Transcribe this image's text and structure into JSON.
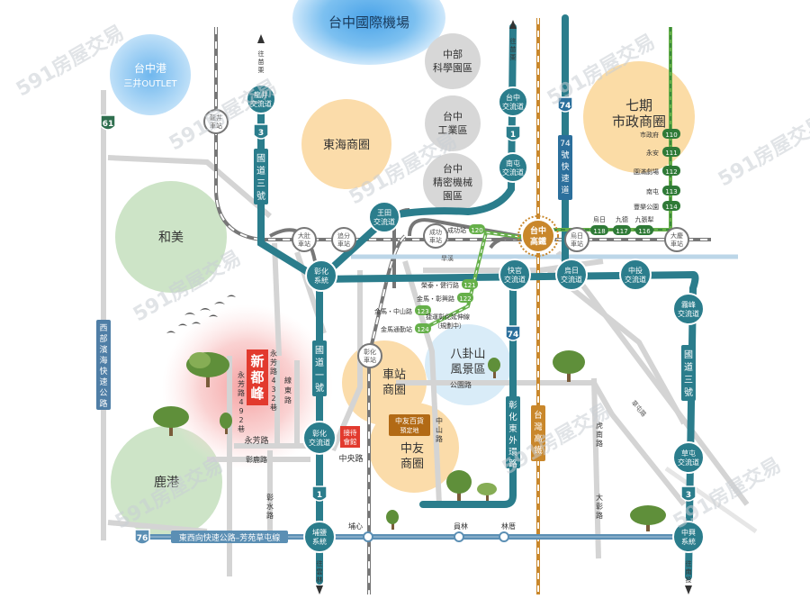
{
  "zones": {
    "airport": "台中國際機場",
    "taichung_port": "台中港",
    "outlet": "三井OUTLET",
    "central_park_1": "中部",
    "central_park_2": "科學園區",
    "industrial_1": "台中",
    "industrial_2": "工業區",
    "precision_1": "台中",
    "precision_2": "精密機械",
    "precision_3": "園區",
    "donghai": "東海商圈",
    "qiqi_1": "七期",
    "qiqi_2": "市政商圈",
    "hemei": "和美",
    "lugang": "鹿港",
    "baguashan_1": "八卦山",
    "baguashan_2": "風景區",
    "station_area_1": "車站",
    "station_area_2": "商圈",
    "zhongyou_1": "中友",
    "zhongyou_2": "商圈",
    "zhongyou_store_1": "中友百貨",
    "zhongyou_store_2": "預定地"
  },
  "project": {
    "name": "新都峰",
    "reception_1": "接待",
    "reception_2": "會館"
  },
  "freeway_labels": {
    "freeway3_north": "國道三號",
    "freeway1_north": "國道一號",
    "freeway1_changhua": "國道一號",
    "freeway3_south": "國道三號",
    "highway74": "74號快速道路",
    "west_coast": "西部濱海快速公路",
    "changhua_east_ring": "彰化東外環路",
    "hsr": "台灣高鐵",
    "expressway76": "東西向快速公路–芳苑草屯線"
  },
  "interchanges": {
    "longjing": "龍井交流道",
    "taichung_ic": "台中交流道",
    "nantun_ic": "南屯交流道",
    "wangtian": "王田交流道",
    "changhua_sys": "彰化系統",
    "kuaiguan": "快官交流道",
    "wuri_ic": "烏日交流道",
    "zhongtou": "中投交流道",
    "wufeng": "霧峰交流道",
    "caotun_ic": "草屯交流道",
    "changhua_ic": "彰化交流道",
    "changyuan": "埔鹽系統",
    "zhongxing": "中興系統"
  },
  "stations": {
    "longjing_st": "龍井車站",
    "dadu_st": "大肚車站",
    "zhuifen_st": "追分車站",
    "chenggong_st": "成功車站",
    "wuri_st": "烏日車站",
    "daqing_st": "大慶車站",
    "changhua_st": "彰化車站",
    "taichung_hsr": "台中高鐵"
  },
  "highway_shields": {
    "s61": "61",
    "s74": "74",
    "s3": "3",
    "s1": "1",
    "s3b": "3",
    "s1b": "1",
    "s76": "76",
    "s74b": "74"
  },
  "directions": {
    "to_miaoli_left": "往苗栗",
    "to_miaoli_right": "往苗栗",
    "to_yunlin": "往雲林",
    "to_nantou": "往南投"
  },
  "roads": {
    "yongfang": "永芳路",
    "yongfang_432": "永芳路432巷",
    "yongfang_492": "永芳路492巷",
    "xiandong": "線東路",
    "zhanglu": "彰鹿路",
    "changshui": "彰水路",
    "zhongyang": "中央路",
    "zhongshan": "中山路",
    "gongyuan": "公園路",
    "huguan": "虎南路",
    "dazhang": "大彰路",
    "wuyuan": "旱溪",
    "roadlabel_right": "草屯路"
  },
  "local_stops": {
    "pixin": "埔心",
    "yuanlin": "員林",
    "linlong": "林厝"
  },
  "metro_green": {
    "lines": [
      {
        "code": "120",
        "name": "成功站"
      },
      {
        "code": "121",
        "name": "榮泰・健行路"
      },
      {
        "code": "122",
        "name": "金馬・彰興路"
      },
      {
        "code": "123",
        "name": "金馬・中山路"
      },
      {
        "code": "124",
        "name": "金馬通勤站"
      }
    ],
    "extension_1": "捷運彰化延伸線",
    "extension_2": "（規劃中）",
    "shi_zheng_fu": "市政府",
    "shi_zheng_fu_code": "110",
    "yongan": "永安",
    "yongan_code": "111",
    "wenxin": "園滿劇場",
    "wenxin_code": "112",
    "nantun": "南屯",
    "nantun_code": "113",
    "hall": "豐樂公園",
    "hall_code": "114",
    "wuri": "烏日",
    "wuri_code": "118",
    "jiude": "九德",
    "jiude_code": "117",
    "jiuzhang": "九張犁",
    "jiuzhang_code": "116"
  },
  "watermark": "591房屋交易",
  "colors": {
    "freeway": "#2b7d8c",
    "freeway_dark": "#1e6472",
    "rail": "#6f6f6f",
    "hsr": "#c9872b",
    "metro": "#66b04a",
    "metro_dark": "#2f7a37",
    "project_red": "#e23a2e"
  }
}
